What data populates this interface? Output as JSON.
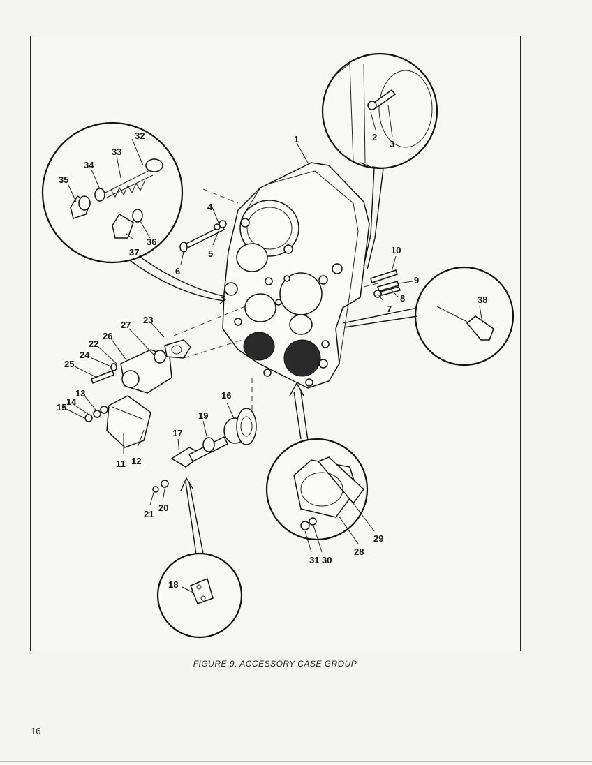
{
  "figure": {
    "caption": "FIGURE 9. ACCESSORY CASE GROUP",
    "page_number": "16",
    "callouts": [
      "1",
      "2",
      "3",
      "4",
      "5",
      "6",
      "7",
      "8",
      "9",
      "10",
      "11",
      "12",
      "13",
      "14",
      "15",
      "16",
      "17",
      "18",
      "19",
      "20",
      "21",
      "22",
      "23",
      "24",
      "25",
      "26",
      "27",
      "28",
      "29",
      "30",
      "31",
      "32",
      "33",
      "34",
      "35",
      "36",
      "37",
      "38"
    ]
  }
}
